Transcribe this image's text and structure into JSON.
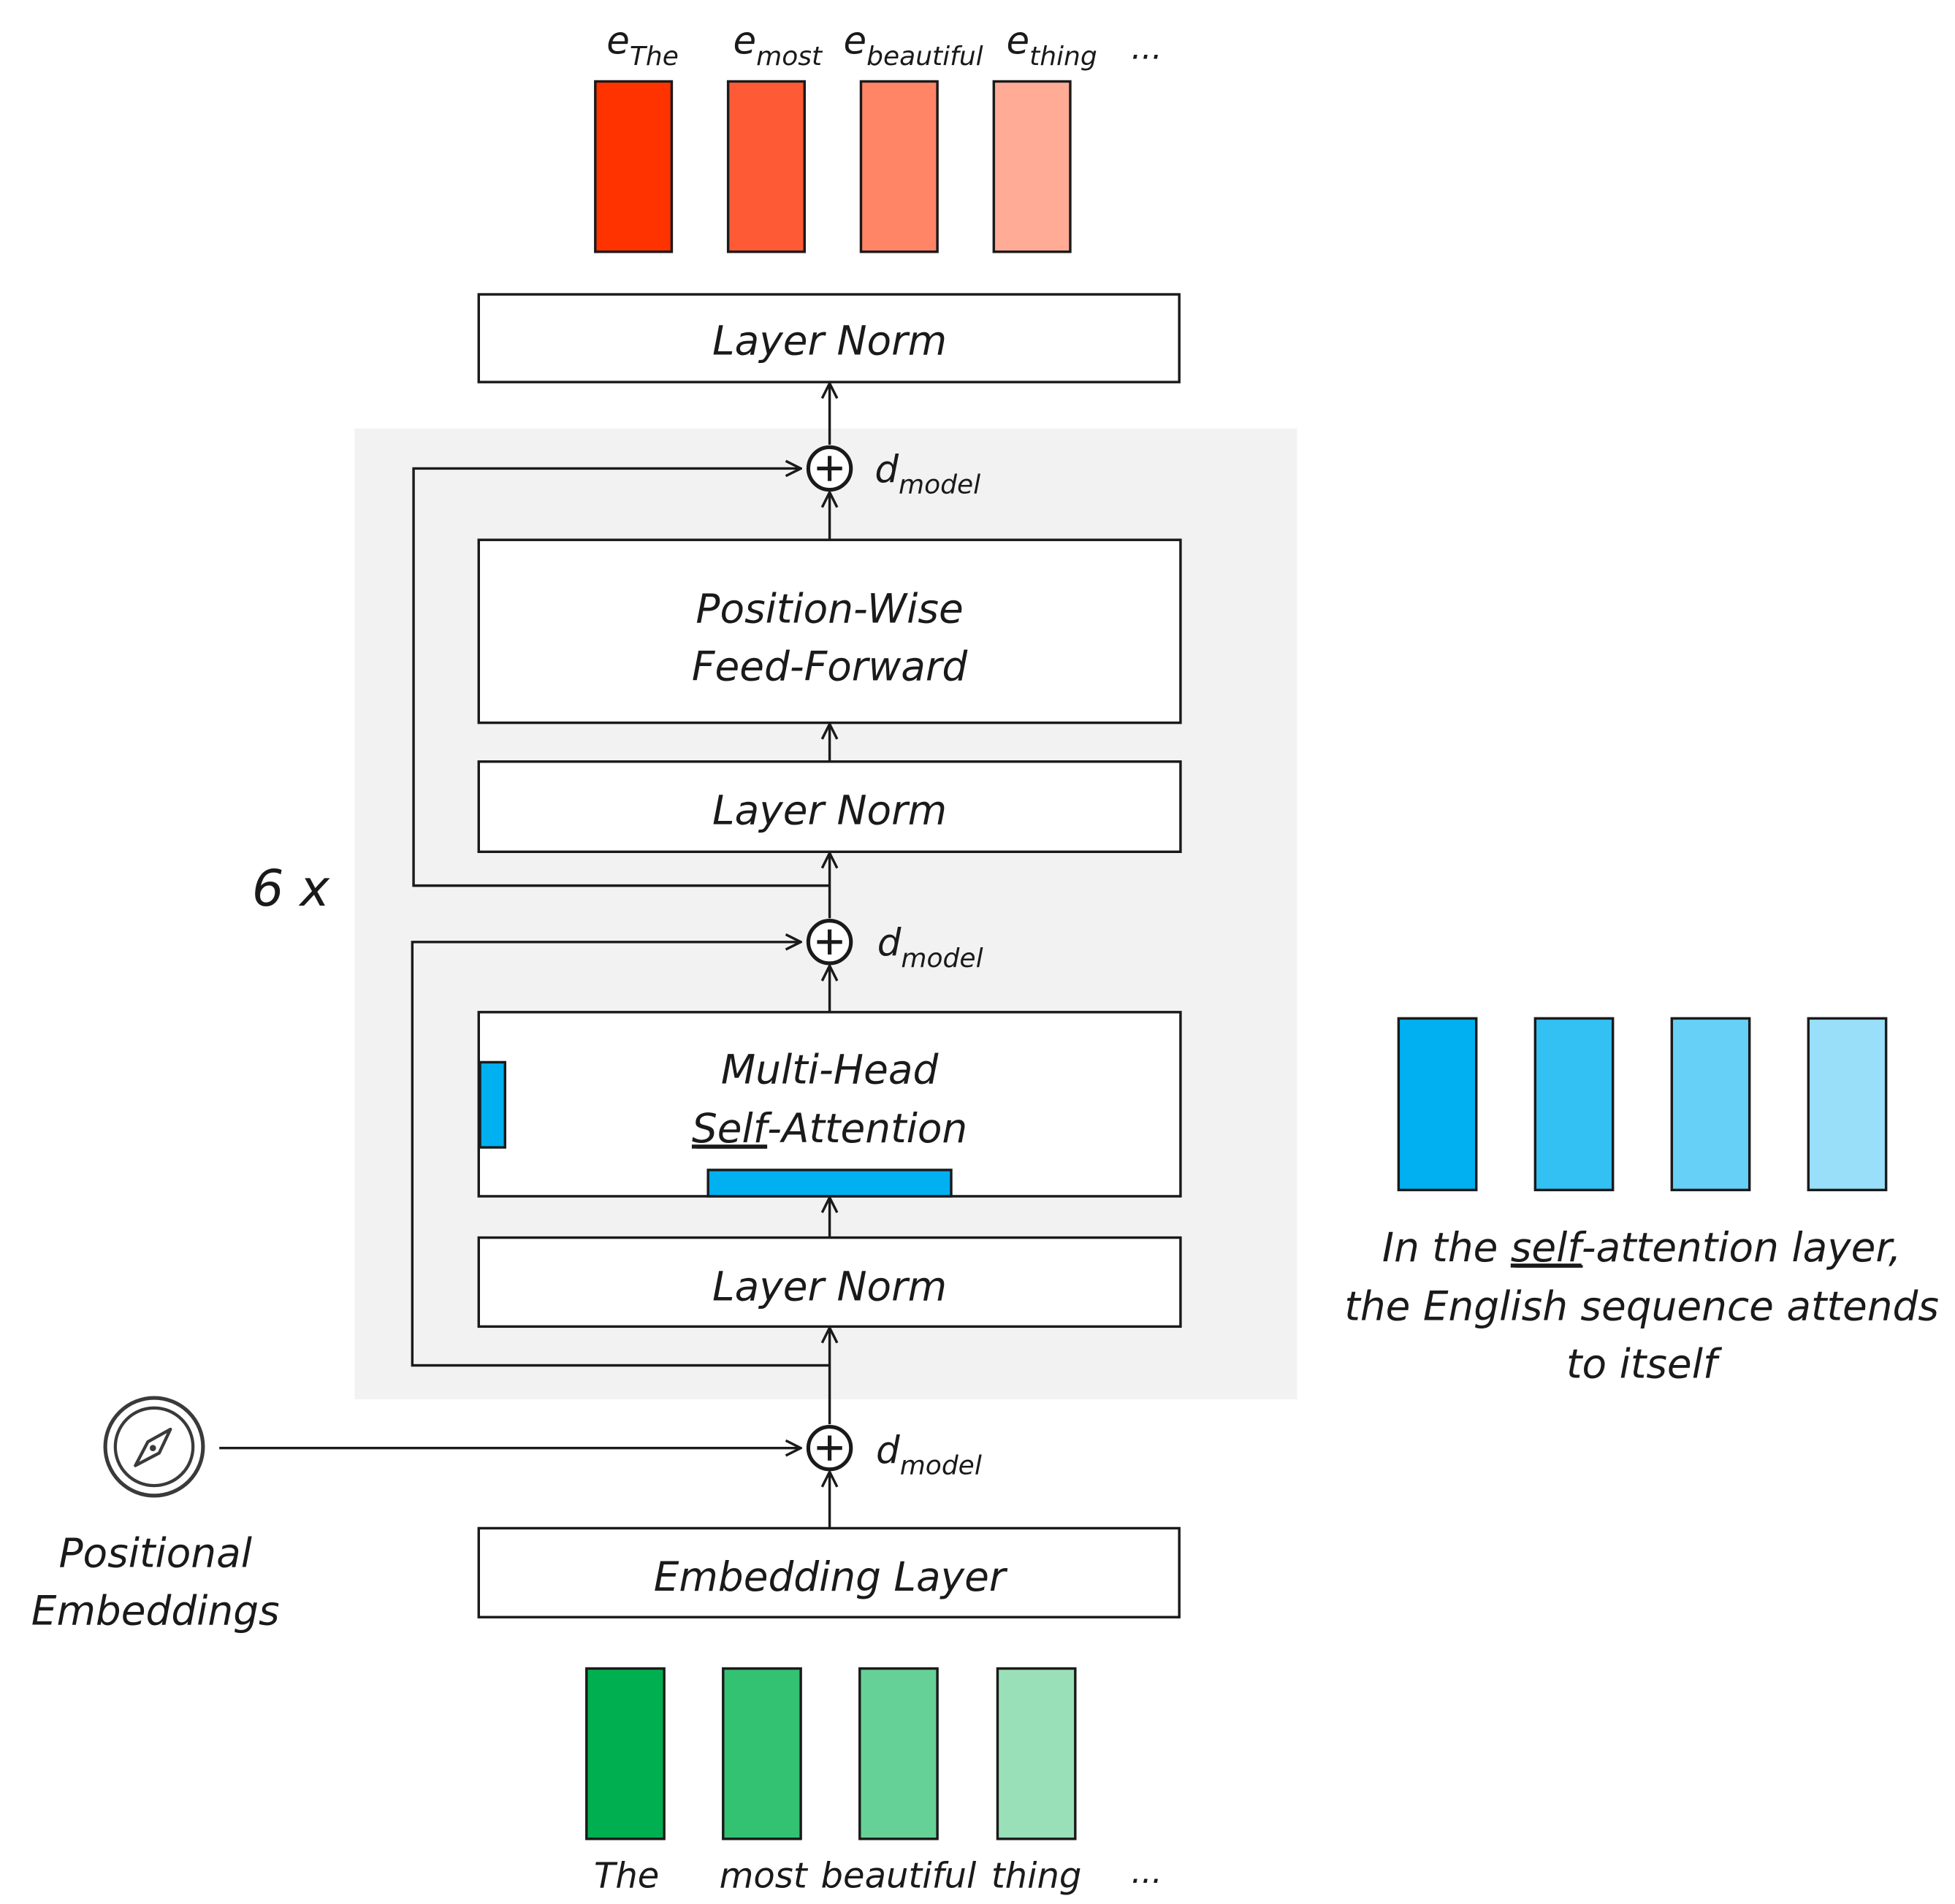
{
  "colors": {
    "output_embeddings": [
      "#FF3300",
      "#FF5A36",
      "#FF8566",
      "#FFAB96"
    ],
    "input_tokens": [
      "#00B050",
      "#33C172",
      "#66D196",
      "#99E0B8"
    ],
    "attention_vectors": [
      "#00B0F0",
      "#33C0F3",
      "#66D0F6",
      "#99DFF9"
    ],
    "block_background": "#F2F2F2",
    "stroke": "#1a1a1a"
  },
  "outputs": {
    "labels": [
      {
        "base": "e",
        "sub": "The"
      },
      {
        "base": "e",
        "sub": "most"
      },
      {
        "base": "e",
        "sub": "beautiful"
      },
      {
        "base": "e",
        "sub": "thing"
      }
    ],
    "ellipsis": "..."
  },
  "blocks": {
    "final_norm": "Layer Norm",
    "ffn_line1": "Position-Wise",
    "ffn_line2": "Feed-Forward",
    "ffn_norm": "Layer Norm",
    "mha_line1": "Multi-Head",
    "mha_line2_underlined": "Self",
    "mha_line2_rest": "-Attention",
    "attn_norm": "Layer Norm",
    "embedding": "Embedding Layer"
  },
  "dmodel": {
    "base": "d",
    "sub": "model"
  },
  "repeat_label": "6 x",
  "positional": {
    "line1": "Positional",
    "line2": "Embeddings",
    "icon": "compass-icon"
  },
  "inputs": {
    "tokens": [
      "The",
      "most",
      "beautiful",
      "thing"
    ],
    "ellipsis": "..."
  },
  "note": {
    "line1_pre": "In the ",
    "line1_underlined": "self",
    "line1_post": "-attention layer,",
    "line2": "the English sequence attends",
    "line3": "to itself"
  }
}
